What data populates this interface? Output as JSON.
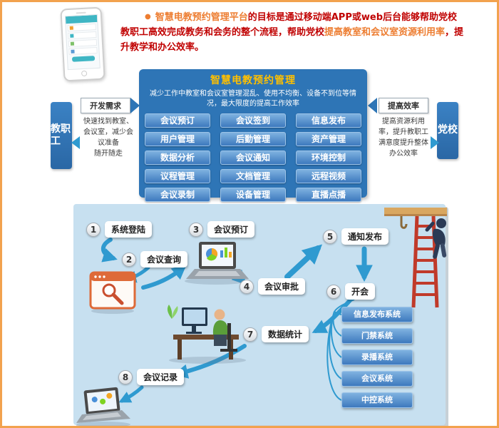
{
  "header": {
    "bullet": "●",
    "highlight1": "智慧电教预约管理平台",
    "text1": "的目标是通过移动端APP或web后台能够帮助党校教职工高效完成教务和会务的整个流程，帮助党校",
    "highlight2": "提高教室和会议室资源利用率",
    "text2": "，提升教学和办公效率。"
  },
  "platform": {
    "left_role": "教职工",
    "right_role": "党校",
    "left_arrow_label": "开发需求",
    "right_arrow_label": "提高效率",
    "left_benefit": "快速找到教室、会议室，减少会议准备\n随开随走",
    "right_benefit": "提高资源利用率，提升教职工满意度提升整体办公效率",
    "title": "智慧电教预约管理",
    "description": "减少工作中教室和会议室管理混乱、使用不均衡、设备不到位等情况，最大限度的提高工作效率",
    "modules": [
      "会议预订",
      "会议签到",
      "信息发布",
      "用户管理",
      "后勤管理",
      "资产管理",
      "数据分析",
      "会议通知",
      "环境控制",
      "议程管理",
      "文档管理",
      "远程视频",
      "会议录制",
      "设备管理",
      "直播点播"
    ]
  },
  "flow": {
    "steps": [
      {
        "num": "1",
        "label": "系统登陆"
      },
      {
        "num": "2",
        "label": "会议查询"
      },
      {
        "num": "3",
        "label": "会议预订"
      },
      {
        "num": "4",
        "label": "会议审批"
      },
      {
        "num": "5",
        "label": "通知发布"
      },
      {
        "num": "6",
        "label": "开会"
      },
      {
        "num": "7",
        "label": "数据统计"
      },
      {
        "num": "8",
        "label": "会议记录"
      }
    ],
    "systems": [
      "信息发布系统",
      "门禁系统",
      "录播系统",
      "会议系统",
      "中控系统"
    ]
  },
  "colors": {
    "accent_orange": "#ED7D31",
    "dark_red": "#C00000",
    "platform_blue": "#2E75B6",
    "button_blue": "#4A86C6",
    "arrow_blue": "#2F9AD0",
    "panel_blue": "#C7E0F0",
    "title_gold": "#FFC000"
  }
}
